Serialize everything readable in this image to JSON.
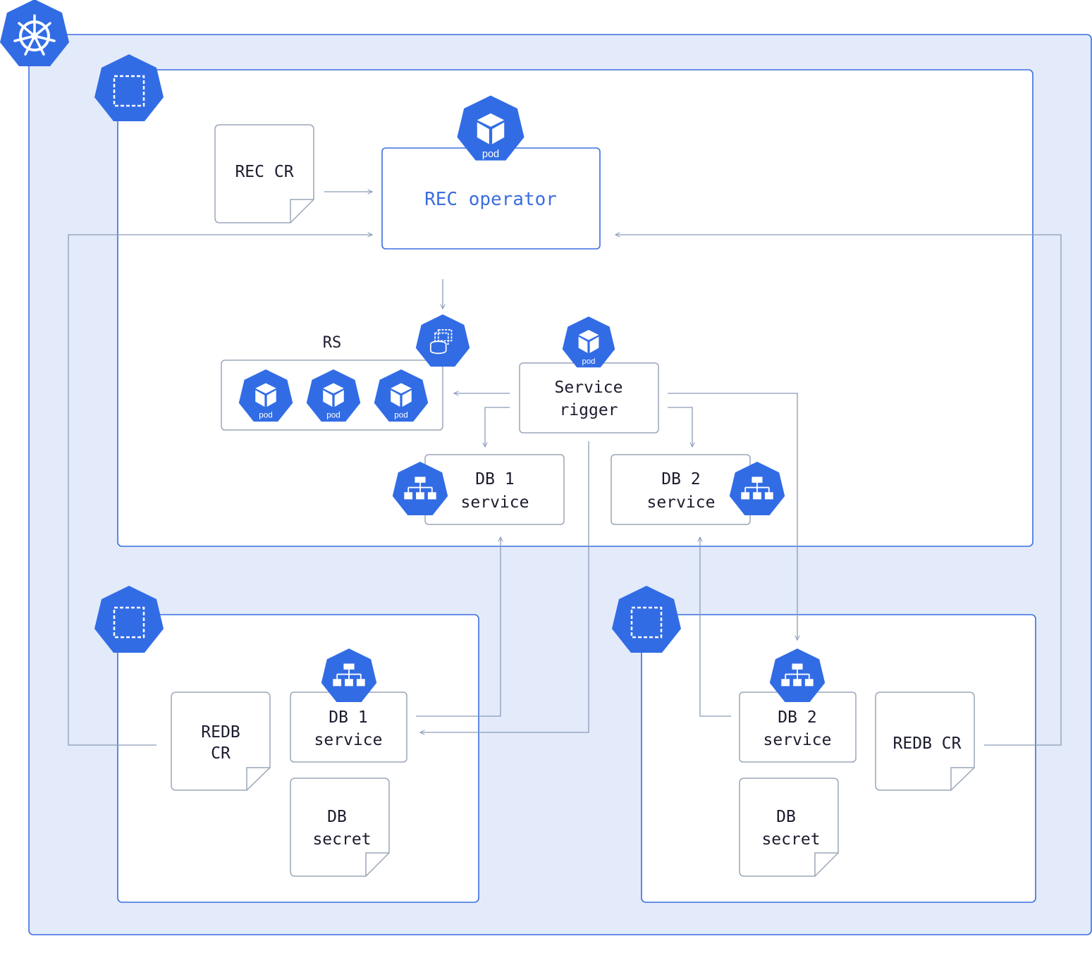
{
  "cluster": {
    "icon": "kubernetes-helm-icon",
    "colors": {
      "accent": "#326ce5",
      "cluster_bg": "#e3eafa",
      "text": "#1b1b2e",
      "line": "#8a9cb8"
    }
  },
  "namespaces": {
    "main": {
      "icon": "namespace-icon",
      "rec_cr": {
        "line1": "REC CR"
      },
      "rec_operator": {
        "label": "REC operator",
        "pod_label": "pod"
      },
      "rs": {
        "title": "RS",
        "pods": [
          "pod",
          "pod",
          "pod"
        ],
        "icon": "statefulset-icon"
      },
      "service_rigger": {
        "line1": "Service",
        "line2": "rigger",
        "pod_label": "pod"
      },
      "db1_service": {
        "line1": "DB 1",
        "line2": "service",
        "icon": "service-icon"
      },
      "db2_service": {
        "line1": "DB 2",
        "line2": "service",
        "icon": "service-icon"
      }
    },
    "left": {
      "icon": "namespace-icon",
      "redb_cr": {
        "line1": "REDB",
        "line2": "CR"
      },
      "db1_service": {
        "line1": "DB 1",
        "line2": "service",
        "icon": "service-icon"
      },
      "db_secret": {
        "line1": "DB",
        "line2": "secret"
      }
    },
    "right": {
      "icon": "namespace-icon",
      "redb_cr": {
        "line1": "REDB CR"
      },
      "db2_service": {
        "line1": "DB 2",
        "line2": "service",
        "icon": "service-icon"
      },
      "db_secret": {
        "line1": "DB",
        "line2": "secret"
      }
    }
  }
}
